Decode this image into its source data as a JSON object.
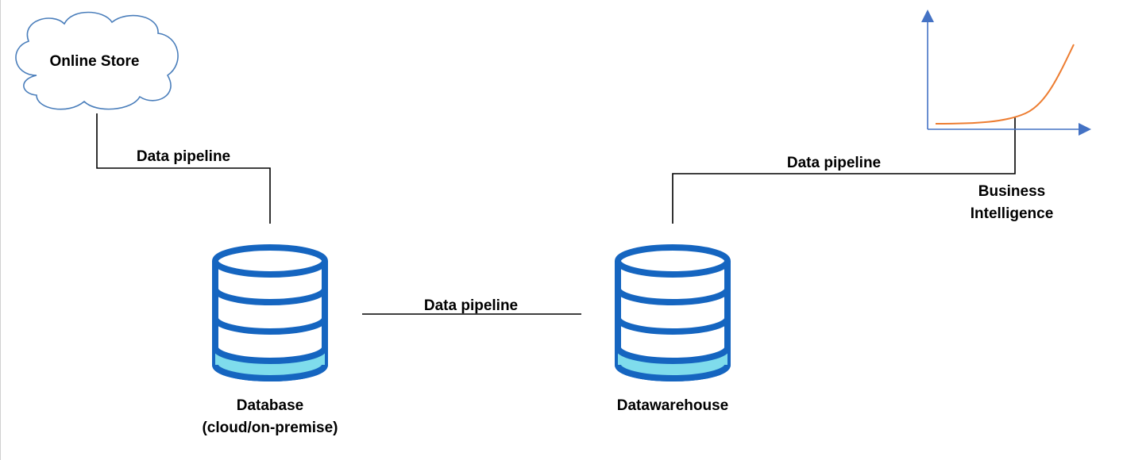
{
  "nodes": {
    "online_store": {
      "label": "Online Store"
    },
    "database": {
      "label_line1": "Database",
      "label_line2": "(cloud/on-premise)"
    },
    "datawarehouse": {
      "label": "Datawarehouse"
    },
    "business_intelligence": {
      "label_line1": "Business",
      "label_line2": "Intelligence"
    }
  },
  "edges": {
    "store_to_database": {
      "label": "Data pipeline"
    },
    "database_to_warehouse": {
      "label": "Data pipeline"
    },
    "warehouse_to_bi": {
      "label": "Data pipeline"
    }
  },
  "colors": {
    "cylinder_stroke": "#1565c0",
    "cylinder_fill": "#ffffff",
    "cylinder_bottom_fill": "#7fdcec",
    "cloud_stroke": "#4a7ebb",
    "connector": "#000000",
    "bi_axis": "#4472c4",
    "bi_curve": "#ed7d31"
  },
  "icons": {
    "online_store": "cloud-icon",
    "database": "database-cylinder-icon",
    "datawarehouse": "database-cylinder-icon",
    "business_intelligence": "line-chart-icon"
  }
}
